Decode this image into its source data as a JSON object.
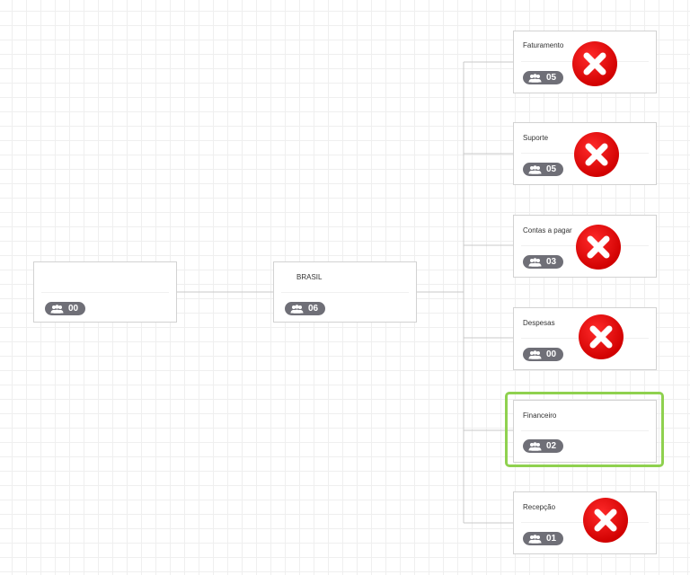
{
  "colors": {
    "badge": "#6f6f77",
    "selected_outline": "#8fd14f",
    "x_mark": "#e00000"
  },
  "nodes": {
    "root": {
      "title": "",
      "count": "00"
    },
    "brasil": {
      "title": "BRASIL",
      "count": "06"
    },
    "children": [
      {
        "title": "Faturamento",
        "count": "05",
        "status": "x-mark-icon"
      },
      {
        "title": "Suporte",
        "count": "05",
        "status": "x-mark-icon"
      },
      {
        "title": "Contas a pagar",
        "count": "03",
        "status": "x-mark-icon"
      },
      {
        "title": "Despesas",
        "count": "00",
        "status": "x-mark-icon"
      },
      {
        "title": "Financeiro",
        "count": "02",
        "status": "selected"
      },
      {
        "title": "Recepção",
        "count": "01",
        "status": "x-mark-icon"
      }
    ]
  }
}
